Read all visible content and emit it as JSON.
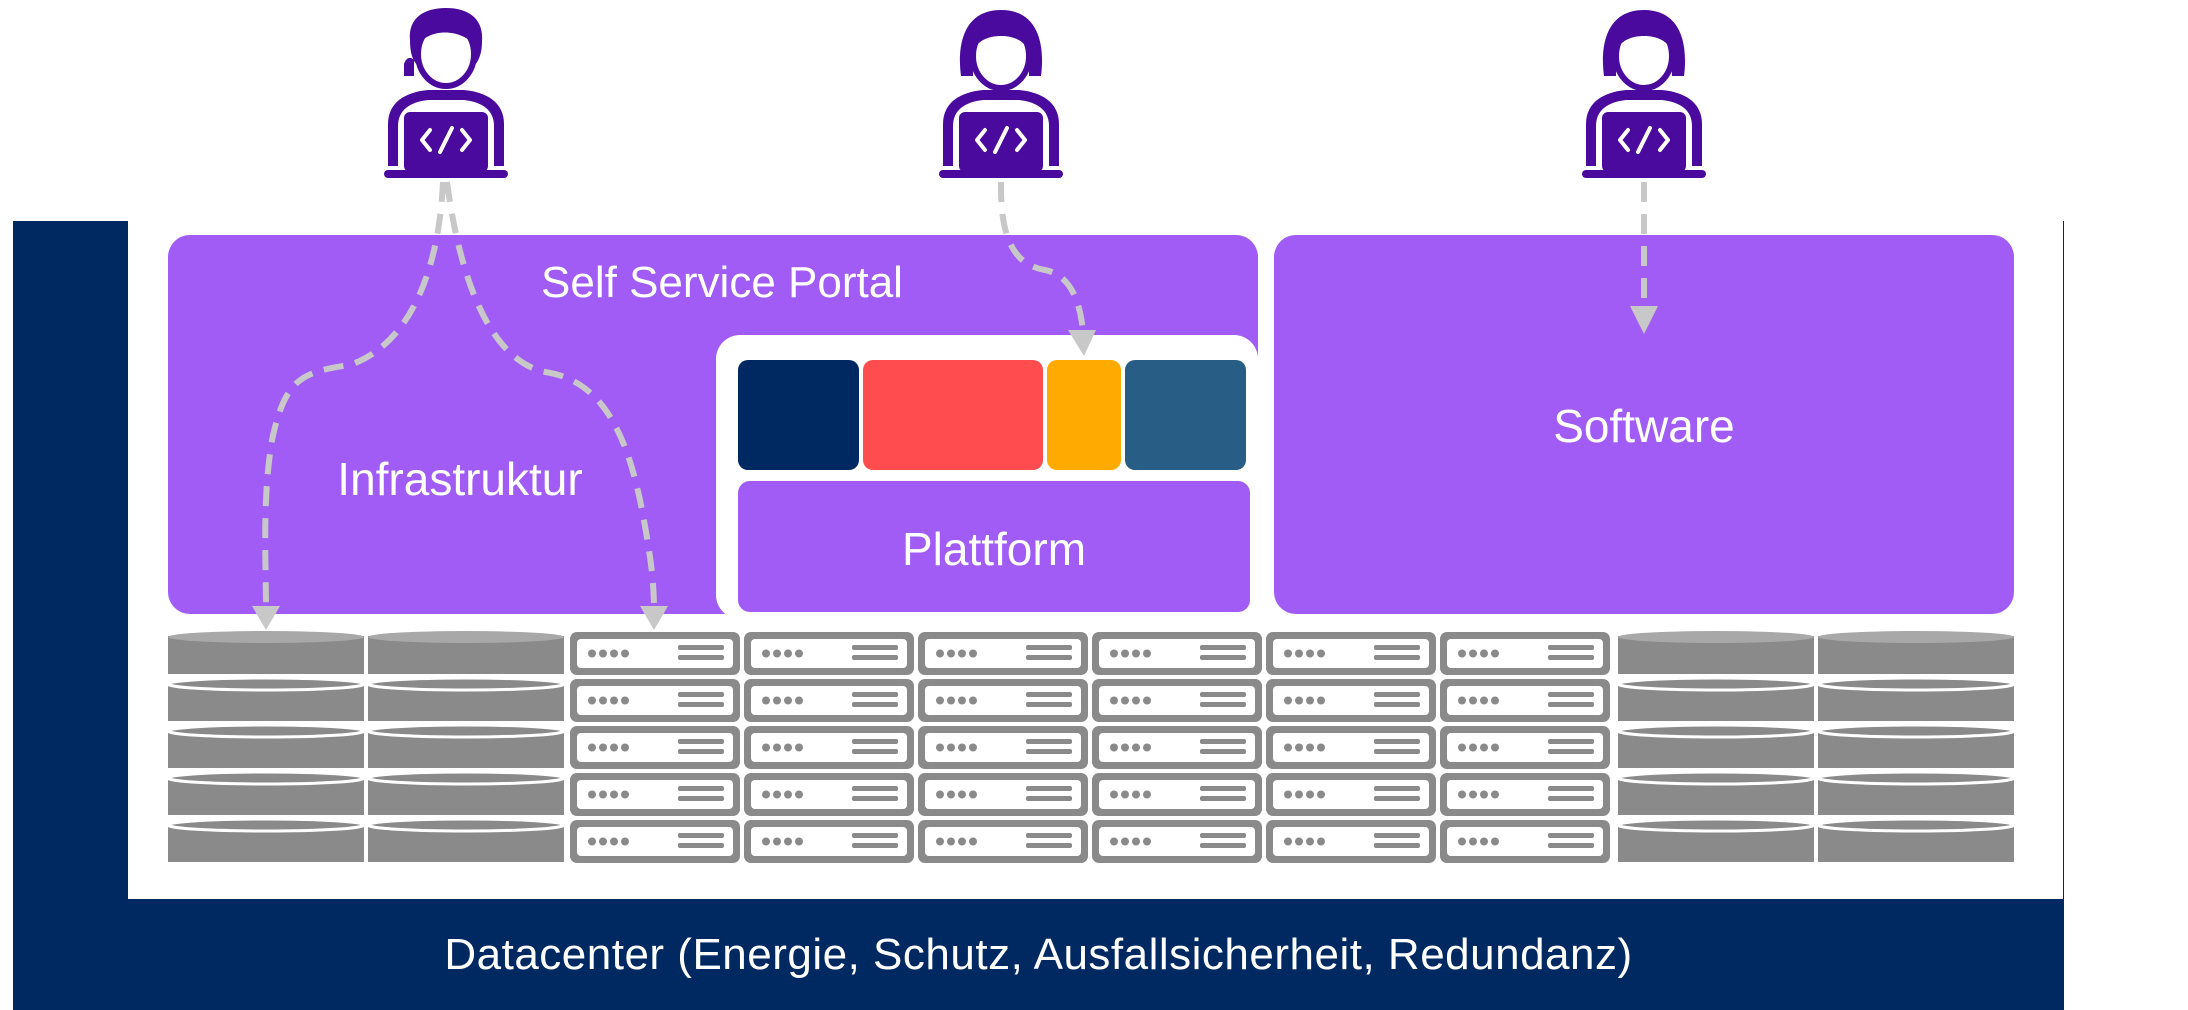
{
  "diagram": {
    "datacenter_label": "Datacenter (Energie, Schutz, Ausfallsicherheit, Redundanz)",
    "self_service_label": "Self Service Portal",
    "infrastructure_label": "Infrastruktur",
    "platform_label": "Plattform",
    "software_label": "Software",
    "users": [
      {
        "icon": "developer-icon",
        "role": "infrastructure"
      },
      {
        "icon": "developer-icon",
        "role": "platform"
      },
      {
        "icon": "developer-icon",
        "role": "software"
      }
    ],
    "platform_tiles": [
      {
        "icon": "platform-tile",
        "color": "#002962"
      },
      {
        "icon": "platform-tile",
        "color": "#ff4d4f"
      },
      {
        "icon": "platform-tile",
        "color": "#ffaa00"
      },
      {
        "icon": "platform-tile",
        "color": "#285e85"
      }
    ],
    "hardware": {
      "database_icon": "database-icon",
      "server_icon": "server-rack-icon",
      "database_stacks_left": 2,
      "server_columns": 6,
      "servers_per_column": 5,
      "database_stacks_right": 2,
      "disks_per_stack": 5
    },
    "colors": {
      "navy": "#002962",
      "purple": "#a05cf5",
      "dev_purple": "#4a0a9e",
      "arrow_gray": "#c8c8c8",
      "hardware_gray": "#8a8a8a"
    }
  }
}
